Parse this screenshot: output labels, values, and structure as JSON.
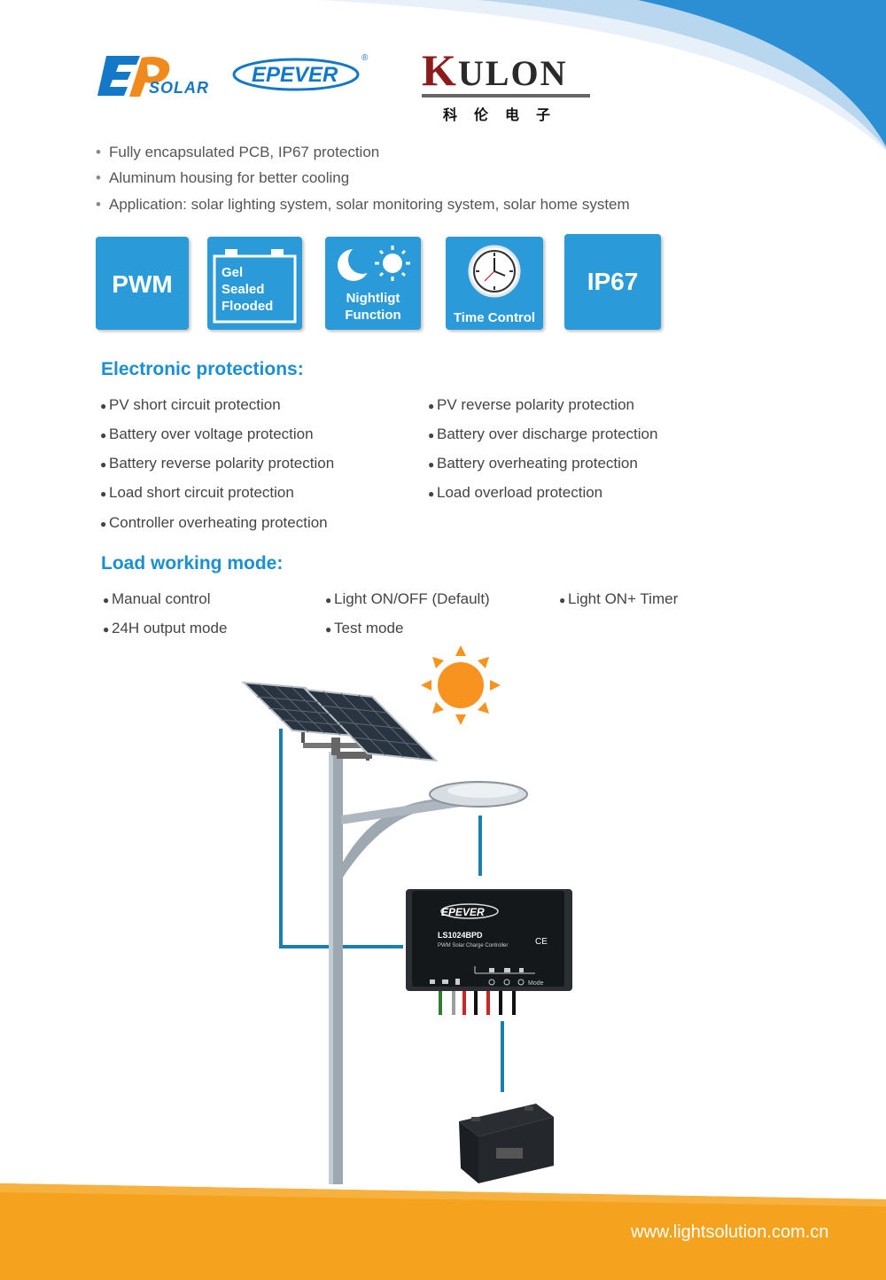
{
  "logos": {
    "ep_solar": "SOLAR",
    "epever": "EPEVER",
    "epever_reg": "®",
    "kulon": "KULON",
    "kulon_cn": "科伦电子"
  },
  "features": [
    "Fully encapsulated PCB, IP67 protection",
    "Aluminum housing for better cooling",
    "Application: solar lighting  system, solar monitoring system, solar  home system"
  ],
  "badges": {
    "pwm": "PWM",
    "battery_lines": [
      "Gel",
      "Sealed",
      "Flooded"
    ],
    "nightlight_lines": [
      "Nightligt",
      "Function"
    ],
    "time_control": "Time Control",
    "ip67": "IP67"
  },
  "electronic_protections": {
    "heading": "Electronic protections:",
    "left": [
      "PV short circuit protection",
      "Battery over voltage protection",
      "Battery reverse polarity protection",
      "Load short circuit protection",
      "Controller overheating protection"
    ],
    "right": [
      "PV reverse polarity protection",
      "Battery over discharge protection",
      "Battery overheating protection",
      "Load overload protection"
    ]
  },
  "load_working_mode": {
    "heading": "Load working mode:",
    "items": [
      "Manual control",
      "Light ON/OFF (Default)",
      "Light ON+ Timer",
      "24H output mode",
      "Test mode"
    ]
  },
  "controller": {
    "brand": "EPEVER",
    "model": "LS1024BPD",
    "subtitle": "PWM Solar Charge Controller",
    "ce": "CE",
    "mode": "Mode"
  },
  "footer": {
    "url": "www.lightsolution.com.cn"
  },
  "colors": {
    "accent_blue": "#1b8fd1",
    "badge_blue": "#2a9ad8",
    "footer_orange": "#f5a21f",
    "sun_orange": "#f7931e",
    "wire": "#1a7fb0"
  }
}
